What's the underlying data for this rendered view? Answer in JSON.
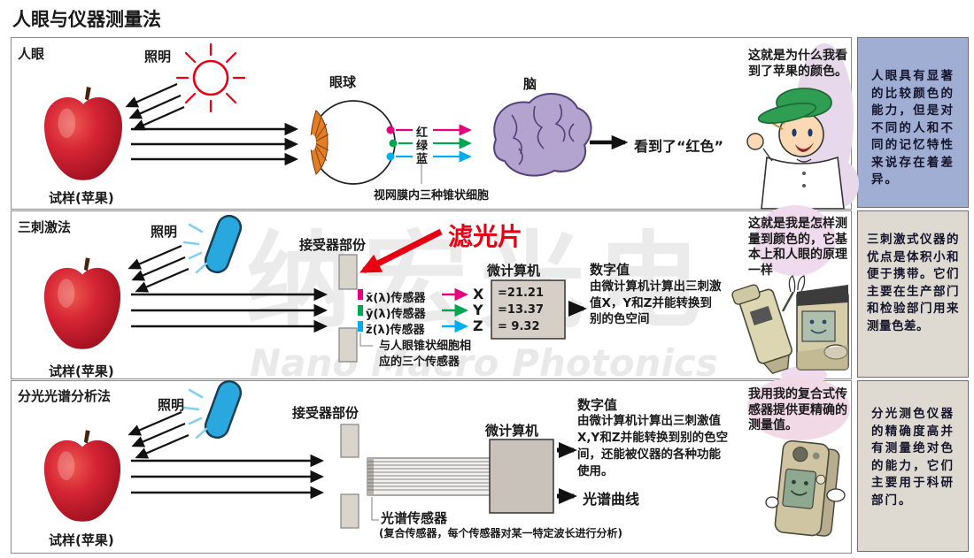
{
  "title": "人眼与仪器测量法",
  "watermark": {
    "cn": "纳宏光电",
    "en": "Nano Macro Photonics"
  },
  "colors": {
    "red": "#e60012",
    "magenta": "#e6007e",
    "green": "#00a651",
    "cyan": "#00aeef",
    "panel_blue": "#a0aed4",
    "panel_gray": "#dedad2",
    "lamp_blue": "#29a8e0",
    "brain_purple": "#b2a3cf",
    "cap_green": "#2f9e52"
  },
  "row1": {
    "label": "人眼",
    "illumination": "照明",
    "sample": "试样(苹果)",
    "eyeball": "眼球",
    "brain": "脑",
    "cones": {
      "red": "红",
      "green": "绿",
      "blue": "蓝"
    },
    "retina_note": "视网膜内三种锥状细胞",
    "result": "看到了“红色”",
    "speech": "这就是为什么我看到了苹果的颜色。",
    "side_note": "人眼具有显著的比较颜色的能力，但是对不同的人和不同的记忆特性来说存在着差异。"
  },
  "row2": {
    "label": "三刺激法",
    "illumination": "照明",
    "sample": "试样(苹果)",
    "receiver": "接受器部份",
    "filter": "滤光片",
    "sensors": [
      {
        "name": "x̄(λ)传感器",
        "letter": "X",
        "value": "=21.21"
      },
      {
        "name": "ȳ(λ)传感器",
        "letter": "Y",
        "value": "=13.37"
      },
      {
        "name": "z̄(λ)传感器",
        "letter": "Z",
        "value": "= 9.32"
      }
    ],
    "sensor_note": "与人眼锥状细胞相应的三个传感器",
    "computer": "微计算机",
    "digital_title": "数字值",
    "digital_body": "由微计算机计算出三刺激值X，Y和Z并能转换到别的色空间",
    "speech": "这就是我是怎样测量到颜色的，它基本上和人眼的原理一样",
    "side_note": "三刺激式仪器的优点是体积小和便于携带。它们主要在生产部门和检验部门用来测量色差。"
  },
  "row3": {
    "label": "分光光谱分析法",
    "illumination": "照明",
    "sample": "试样(苹果)",
    "receiver": "接受器部份",
    "computer": "微计算机",
    "digital_title": "数字值",
    "digital_body": "由微计算机计算出三刺激值X,Y和Z并能转换到别的色空间，还能被仪器的各种功能使用。",
    "spectral_curve": "光谱曲线",
    "spectral_sensor": "光谱传感器",
    "spectral_sensor_note": "(复合传感器，每个传感器对某一特定波长进行分析)",
    "speech": "我用我的复合式传感器提供更精确的测量值。",
    "side_note": "分光测色仪器的精确度高并有测量绝对色的能力，它们主要用于科研部门。"
  }
}
